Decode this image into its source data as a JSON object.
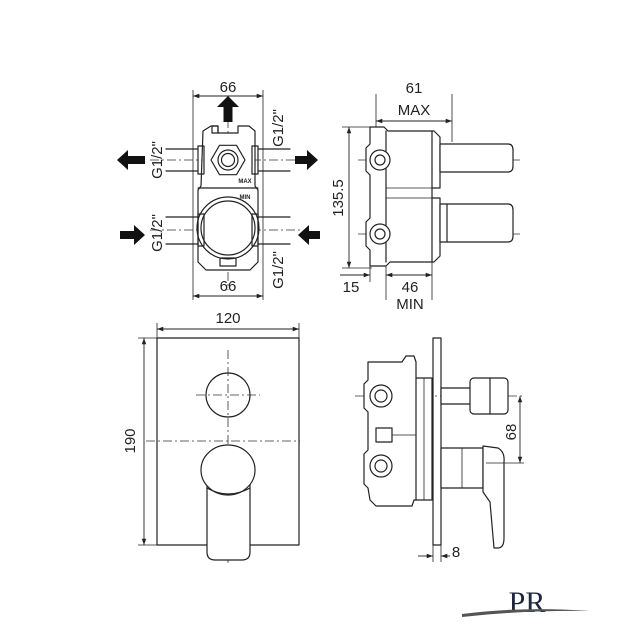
{
  "front_view": {
    "dim_top": "66",
    "dim_bottom": "66",
    "port_top_left": "G1/2\"",
    "port_top_right": "G1/2\"",
    "port_bottom_left": "G1/2\"",
    "port_bottom_right": "G1/2\"",
    "body_mark_max": "MAX",
    "body_mark_min": "MIN"
  },
  "side_view": {
    "dim_depth": "61",
    "dim_depth_note": "MAX",
    "dim_height": "135.5",
    "dim_back": "15",
    "dim_body": "46",
    "dim_body_note": "MIN"
  },
  "plate_view": {
    "dim_width": "120",
    "dim_height": "190"
  },
  "assembled_side_view": {
    "dim_lever_offset": "68",
    "dim_plate_thickness": "8"
  },
  "logo": {
    "text": "PR"
  },
  "colors": {
    "line": "#222222",
    "logo": "#1c2541"
  }
}
